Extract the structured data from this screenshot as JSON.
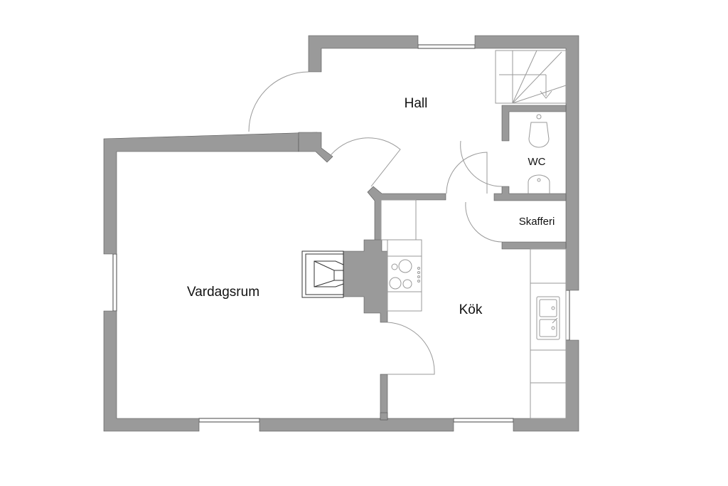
{
  "plan": {
    "rooms": {
      "hall": "Hall",
      "wc": "WC",
      "skafferi": "Skafferi",
      "kok": "Kök",
      "vardagsrum": "Vardagsrum"
    },
    "colors": {
      "wall": "#9a9a9a",
      "line": "#999999",
      "text": "#111111"
    }
  }
}
